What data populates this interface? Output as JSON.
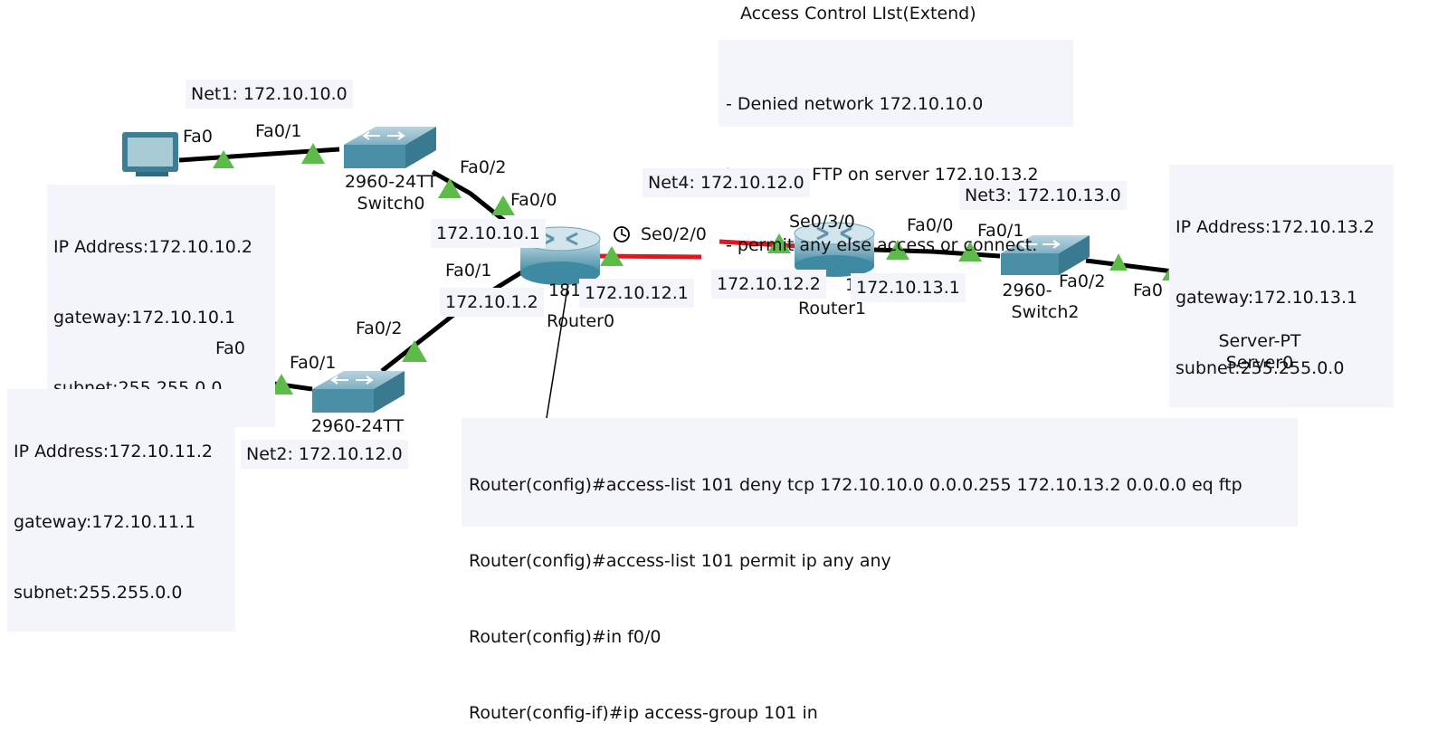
{
  "title": "Access Control LIst(Extend)",
  "policy": [
    "- Denied network 172.10.10.0",
    "to access FTP on server 172.10.13.2",
    "- permit any else access or connect."
  ],
  "commands": [
    "Router(config)#access-list 101 deny tcp 172.10.10.0 0.0.0.255 172.10.13.2 0.0.0.0 eq ftp",
    "Router(config)#access-list 101 permit ip any any",
    "Router(config)#in f0/0",
    "Router(config-if)#ip access-group 101 in"
  ],
  "nets": {
    "net1": "Net1: 172.10.10.0",
    "net2": "Net2: 172.10.12.0",
    "net3": "Net3: 172.10.13.0",
    "net4": "Net4: 172.10.12.0"
  },
  "pc0": {
    "ip": "IP Address:172.10.10.2",
    "gateway": "gateway:172.10.10.1",
    "subnet": "subnet:255.255.0.0"
  },
  "pc1": {
    "ip": "IP Address:172.10.11.2",
    "gateway": "gateway:172.10.11.1",
    "subnet": "subnet:255.255.0.0"
  },
  "server": {
    "ip": "IP Address:172.10.13.2",
    "gateway": "gateway:172.10.13.1",
    "subnet": "subnet:255.255.0.0",
    "model": "Server-PT",
    "name": "Server0"
  },
  "switch0": {
    "model": "2960-24TT",
    "name": "Switch0"
  },
  "switch1": {
    "model": "2960-24TT"
  },
  "switch2": {
    "model": "2960-",
    "name": "Switch2"
  },
  "router0": {
    "model": "181",
    "name": "Router0",
    "ip_fa00": "172.10.10.1",
    "ip_fa01": "172.10.1.2",
    "ip_se": "172.10.12.1"
  },
  "router1": {
    "model": "1",
    "name": "Router1",
    "ip_se": "172.10.12.2",
    "ip_fa00": "172.10.13.1"
  },
  "ports": {
    "pc0_fa0": "Fa0",
    "sw0_fa01": "Fa0/1",
    "sw0_fa02": "Fa0/2",
    "r0_fa00": "Fa0/0",
    "r0_fa01": "Fa0/1",
    "r0_se020": "Se0/2/0",
    "r1_se030": "Se0/3/0",
    "r1_fa00": "Fa0/0",
    "sw2_fa01": "Fa0/1",
    "sw2_fa02": "Fa0/2",
    "srv_fa0": "Fa0",
    "pc1_fa0": "Fa0",
    "sw1_fa01": "Fa0/1",
    "sw1_fa02": "Fa0/2"
  },
  "colors": {
    "link": "#000000",
    "serial": "#e8141b",
    "port_up": "#5dbb4a",
    "device": "#4a90a8",
    "note_bg": "#f4f5fb"
  }
}
